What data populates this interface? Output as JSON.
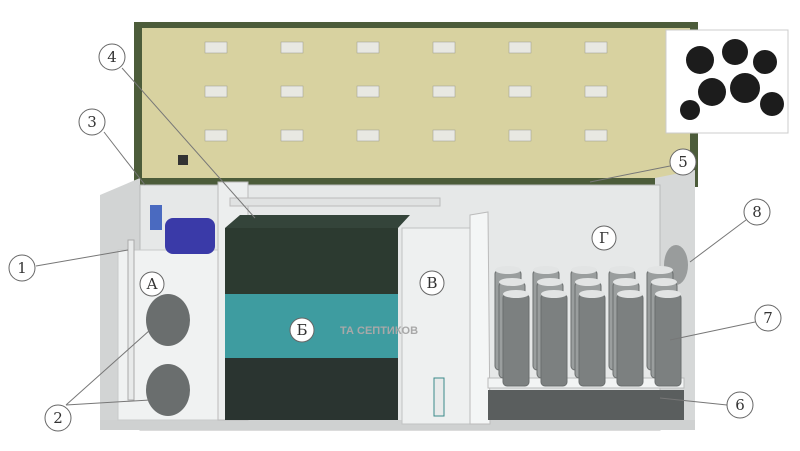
{
  "callouts": [
    "1",
    "2",
    "3",
    "4",
    "5",
    "6",
    "7",
    "8"
  ],
  "zones": {
    "a": "А",
    "b": "Б",
    "v": "В",
    "g": "Г"
  },
  "watermark": "ТА СЕПТИКОВ",
  "colors": {
    "lid": "#d8d2a0",
    "lid_frame": "#4c5c3a",
    "tank": "#e4e6e6",
    "media_teal": "#3e9ca0",
    "media_dark": "#2a3430",
    "tube": "#7a7e7e"
  }
}
